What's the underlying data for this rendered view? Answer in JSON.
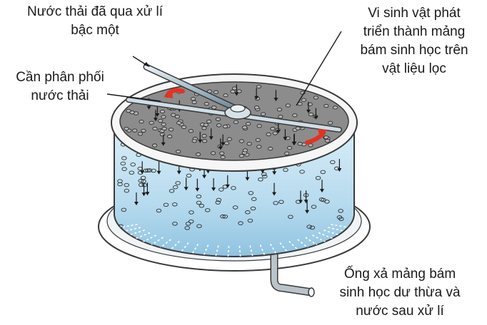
{
  "labels": {
    "wastewater_input": {
      "line1": "Nước thải đã qua xử lí",
      "line2": "bậc một"
    },
    "distributor_arm": {
      "line1": "Cần phân phối",
      "line2": "nước thải"
    },
    "biofilm": {
      "line1": "Vi sinh vật phát",
      "line2": "triển thành mảng",
      "line3": "bám sinh học trên",
      "line4": "vật liệu lọc"
    },
    "outlet": {
      "line1": "Ống xả mảng bám",
      "line2": "sinh học dư thừa và",
      "line3": "nước sau xử lí"
    }
  },
  "colors": {
    "filter_bed": "#8a8a8a",
    "water": "#b9dcef",
    "rim": "#f4f4f4",
    "rotation_arrow": "#e53222",
    "pipe": "#9fb5c4"
  },
  "icons": [
    "rotation-arrow-icon",
    "flow-arrow-icon"
  ]
}
